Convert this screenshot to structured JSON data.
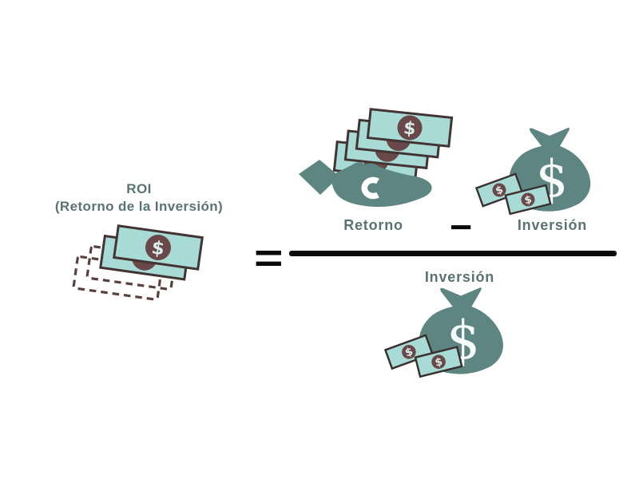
{
  "figure": {
    "heading": {
      "line1": "ROI",
      "line2": "(Retorno de la Inversión)"
    },
    "equation": {
      "equals_sign": "=",
      "minus_sign": "−",
      "numerator": {
        "left_label": "Retorno",
        "right_label": "Inversión"
      },
      "denominator": {
        "label": "Inversión"
      }
    },
    "icons": {
      "dollar_sign": "$",
      "left_icon": "money-stack-icon",
      "numerator_left_icon": "hand-receiving-money-icon",
      "numerator_right_icon": "money-bag-icon",
      "denominator_icon": "money-bag-icon"
    },
    "colors": {
      "background": "#FFFFFF",
      "bill_fill": "#A9DBD6",
      "bill_outline": "#433434",
      "dashed_bill_outline": "#5A4040",
      "coin_circle": "#6A4748",
      "coin_dollar": "#D9EDE9",
      "teal_dark": "#5D8582",
      "bag_dollar_white": "#F7FBFA",
      "label_text": "#5A7272",
      "equation_black": "#0A0A0A"
    }
  }
}
